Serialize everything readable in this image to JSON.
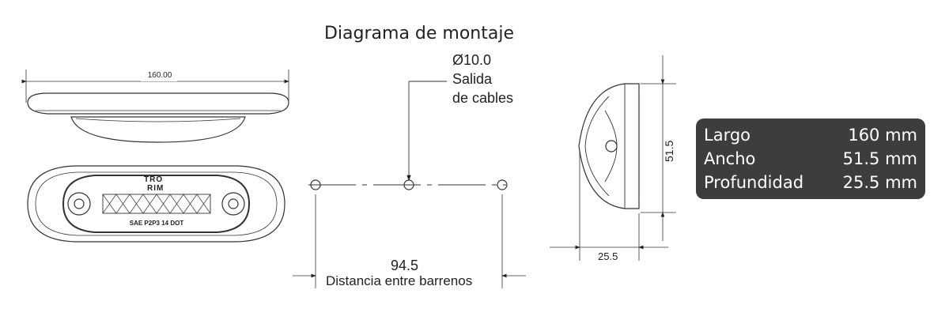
{
  "title": "Diagrama de montaje",
  "top_view": {
    "width_label": "160.00"
  },
  "front_view": {
    "brand_top": "TRO",
    "brand_bottom": "RIM",
    "marking": "SAE P2P3 14 DOT"
  },
  "cable_hole": {
    "diameter": "Ø10.0",
    "line1": "Salida",
    "line2": "de cables"
  },
  "hole_spacing": {
    "value": "94.5",
    "label": "Distancia entre barrenos"
  },
  "side_view": {
    "height_label": "51.5",
    "depth_label": "25.5"
  },
  "specs": [
    {
      "name": "Largo",
      "value": "160 mm"
    },
    {
      "name": "Ancho",
      "value": "51.5 mm"
    },
    {
      "name": "Profundidad",
      "value": "25.5 mm"
    }
  ]
}
